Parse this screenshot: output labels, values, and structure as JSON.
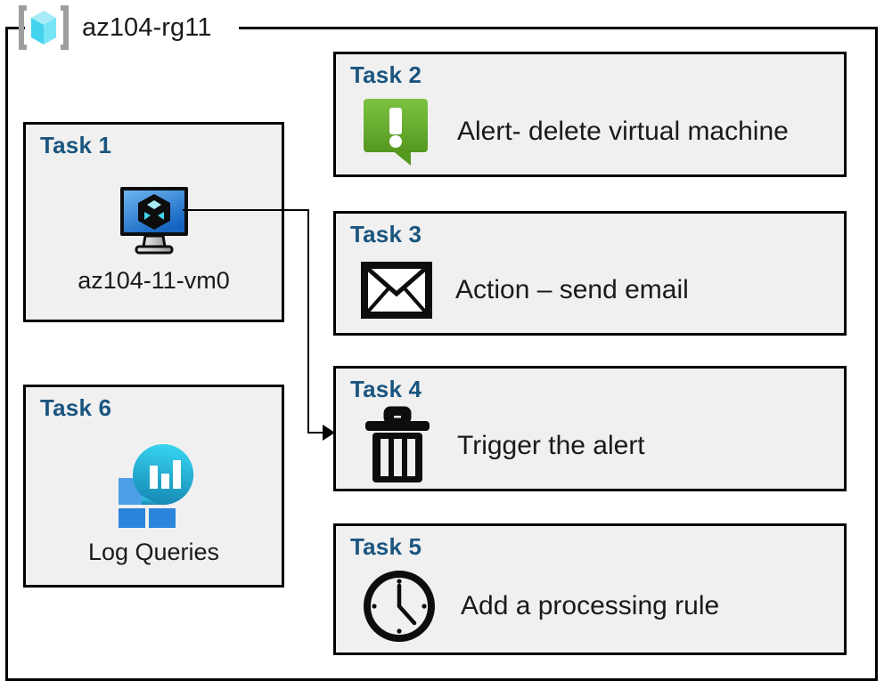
{
  "resource_group": {
    "name": "az104-rg11",
    "icon": "resource-group-cube-icon"
  },
  "colors": {
    "task_label": "#1A5580",
    "box_fill": "#F0F0F0",
    "box_border": "#000000",
    "alert_green_light": "#7DC243",
    "alert_green_dark": "#55981F",
    "vm_blue_light": "#5FA8E8",
    "vm_blue_dark": "#1565C0",
    "log_cyan": "#32CDE8",
    "log_teal": "#1A8FB8",
    "log_square_light": "#4D9FE8",
    "log_square_dark": "#2B85DB",
    "rg_cube_light": "#9FE8F5",
    "rg_cube_dark": "#49D8F0",
    "rg_bracket": "#9E9E9E"
  },
  "tasks": [
    {
      "id": "task-1",
      "label": "Task 1",
      "caption": "az104-11-vm0",
      "icon": "virtual-machine-icon",
      "column": "left"
    },
    {
      "id": "task-2",
      "label": "Task 2",
      "caption": "Alert- delete virtual machine",
      "icon": "alert-exclamation-icon",
      "column": "right"
    },
    {
      "id": "task-3",
      "label": "Task 3",
      "caption": "Action – send email",
      "icon": "envelope-icon",
      "column": "right"
    },
    {
      "id": "task-4",
      "label": "Task 4",
      "caption": "Trigger the alert",
      "icon": "trash-can-icon",
      "column": "right"
    },
    {
      "id": "task-5",
      "label": "Task 5",
      "caption": "Add a processing rule",
      "icon": "clock-icon",
      "column": "right"
    },
    {
      "id": "task-6",
      "label": "Log Queries",
      "task_label": "Task 6",
      "caption": "Log Queries",
      "icon": "log-analytics-icon",
      "column": "left"
    }
  ],
  "connector": {
    "from": "task-1-vm-icon",
    "to": "task-4-box",
    "arrow": "arrow-head-right"
  }
}
